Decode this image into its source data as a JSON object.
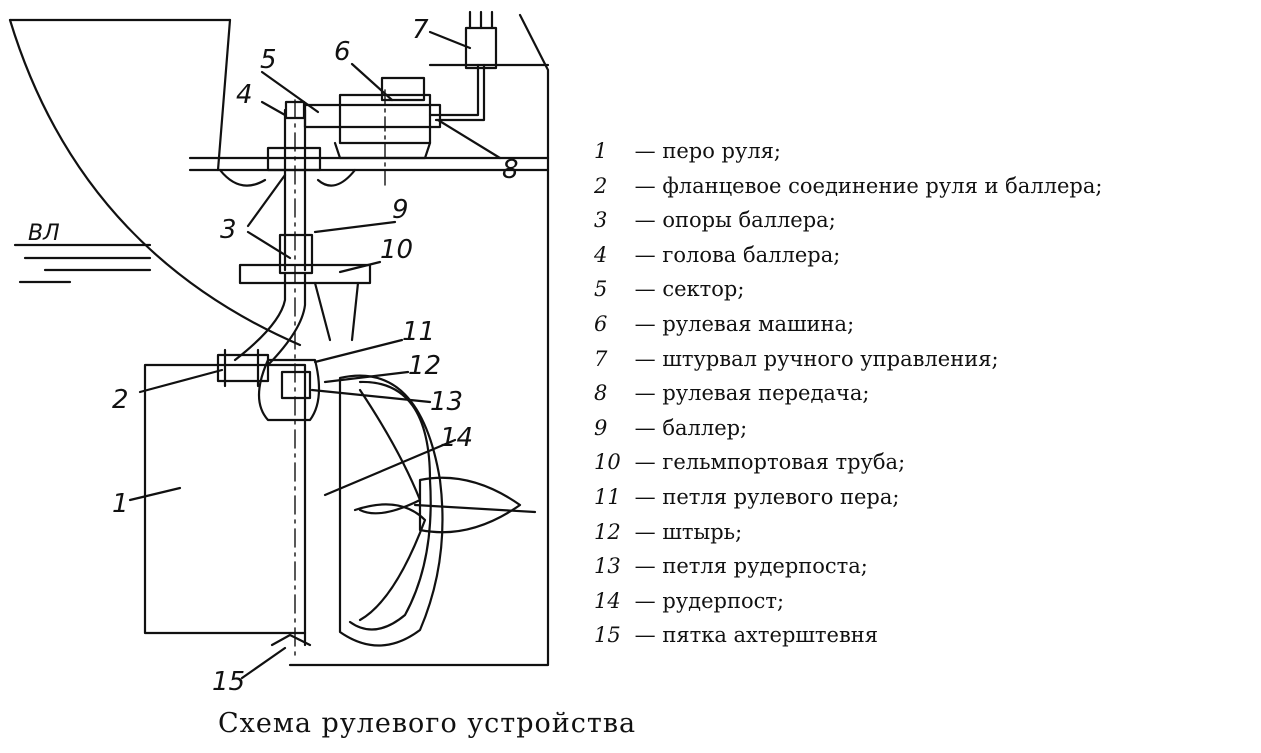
{
  "waterline_label": "ВЛ",
  "callouts": [
    "1",
    "2",
    "3",
    "4",
    "5",
    "6",
    "7",
    "8",
    "9",
    "10",
    "11",
    "12",
    "13",
    "14",
    "15"
  ],
  "legend": [
    {
      "num": "1",
      "text": " — перо руля;"
    },
    {
      "num": "2",
      "text": " — фланцевое соединение руля и баллера;"
    },
    {
      "num": "3",
      "text": " — опоры баллера;"
    },
    {
      "num": "4",
      "text": " — голова баллера;"
    },
    {
      "num": "5",
      "text": " — сектор;"
    },
    {
      "num": "6",
      "text": " — рулевая машина;"
    },
    {
      "num": "7",
      "text": " — штурвал ручного управления;"
    },
    {
      "num": "8",
      "text": " — рулевая передача;"
    },
    {
      "num": "9",
      "text": " — баллер;"
    },
    {
      "num": "10",
      "text": " — гельмпортовая труба;"
    },
    {
      "num": "11",
      "text": " — петля рулевого пера;"
    },
    {
      "num": "12",
      "text": " — штырь;"
    },
    {
      "num": "13",
      "text": " — петля рудерпоста;"
    },
    {
      "num": "14",
      "text": " — рудерпост;"
    },
    {
      "num": "15",
      "text": " — пятка ахтерштевня"
    }
  ],
  "caption": "Схема рулевого устройства"
}
